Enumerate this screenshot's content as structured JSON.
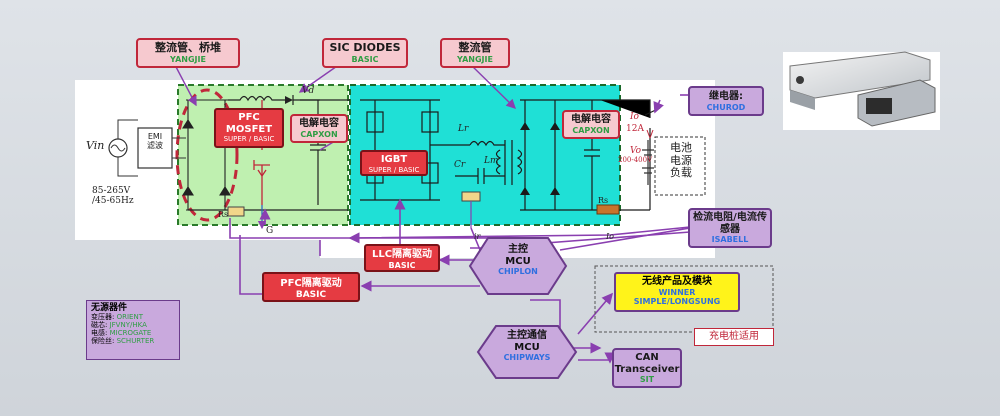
{
  "tags": {
    "rectifier": {
      "title": "整流管、桥堆",
      "vendor": "YANGJIE"
    },
    "sic": {
      "title": "SIC DIODES",
      "vendor": "BASIC"
    },
    "rectifier2": {
      "title": "整流管",
      "vendor": "YANGJIE"
    },
    "pfc_mosfet": {
      "title": "PFC MOSFET",
      "vendor": "SUPER / BASIC"
    },
    "cap_left": {
      "title": "电解电容",
      "vendor": "CAPXON"
    },
    "igbt": {
      "title": "IGBT",
      "vendor": "SUPER / BASIC"
    },
    "cap_right": {
      "title": "电解电容",
      "vendor": "CAPXON"
    },
    "relay": {
      "title": "继电器:",
      "vendor": "CHUROD"
    },
    "sense": {
      "title": "检流电阻/电流传感器",
      "vendor": "ISABELL"
    },
    "llc": {
      "title": "LLC隔离驱动",
      "vendor": "BASIC"
    },
    "pfc_drv": {
      "title": "PFC隔离驱动",
      "vendor": "BASIC"
    },
    "main_mcu": {
      "line1": "主控",
      "line2": "MCU",
      "vendor": "CHIPLON"
    },
    "comm_mcu": {
      "line1": "主控通信",
      "line2": "MCU",
      "vendor": "CHIPWAYS"
    },
    "can": {
      "line1": "CAN",
      "line2": "Transceiver",
      "vendor": "SIT"
    },
    "wireless": {
      "title": "无线产品及模块",
      "vendors": "WINNER",
      "vendors2": "SIMPLE/LONGSUNG"
    }
  },
  "circuit": {
    "vin": "Vin",
    "emi_line1": "EMI",
    "emi_line2": "滤波",
    "range_line1": "85-265V",
    "range_line2": "/45-65Hz",
    "vd": "Vd",
    "g": "G",
    "rs_left": "Rs",
    "lr": "Lr",
    "lm": "Lm",
    "cr": "Cr",
    "io": "Io",
    "io_val": "12A",
    "vo": "Vo",
    "vo_val": "200-400V",
    "rs_right": "Rs",
    "io_bottom": "Io",
    "ir": "ir",
    "load_line1": "电池",
    "load_line2": "电源",
    "load_line3": "负载"
  },
  "charging_note": "充电桩适用",
  "passive": {
    "title": "无源器件",
    "rows": [
      {
        "k": "变压器:",
        "v": "ORIENT"
      },
      {
        "k": "磁芯:",
        "v": "JFVNY/HKA"
      },
      {
        "k": "电感:",
        "v": "MICROGATE"
      },
      {
        "k": "保险丝:",
        "v": "SCHURTER"
      }
    ]
  },
  "colors": {
    "pfc_area": "#bff0b0",
    "llc_area": "#1fe0d6",
    "tag_fill": "#f6c9cf",
    "mcu_fill": "#c9a9dd",
    "accent_red": "#e53b42"
  }
}
